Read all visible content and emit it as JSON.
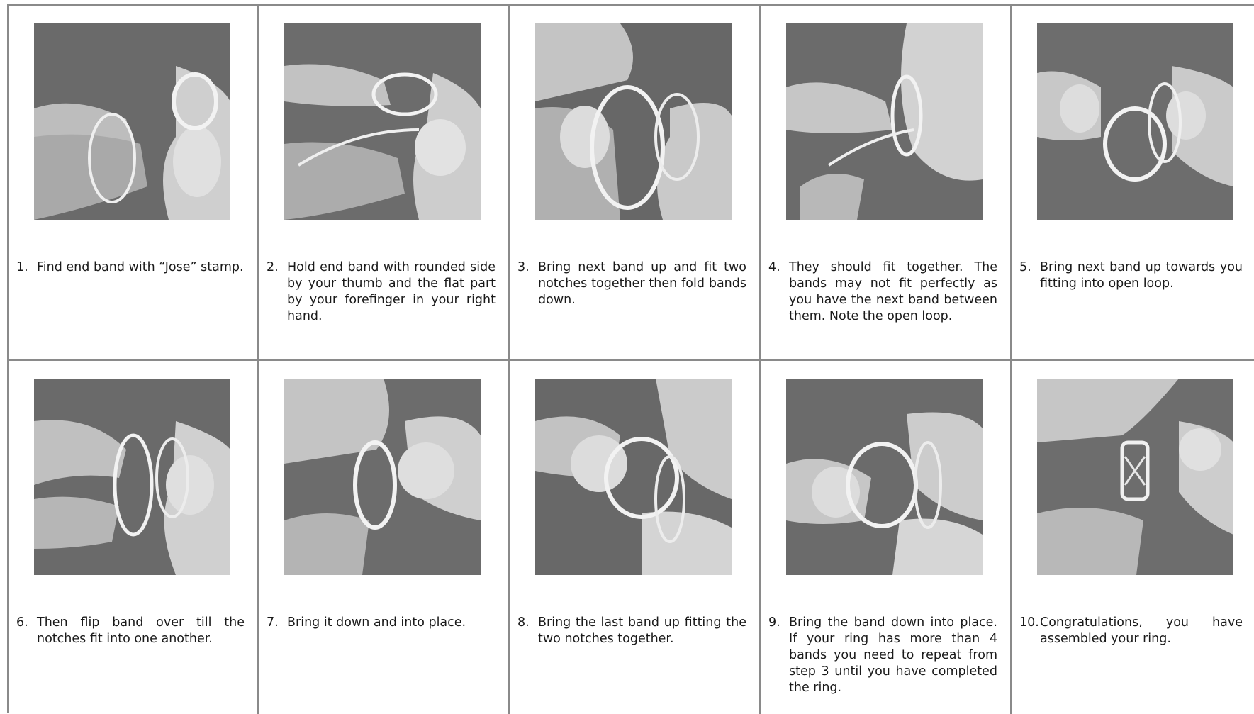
{
  "steps": [
    {
      "num": "1.",
      "text": "Find end band with “Jose” stamp.",
      "photo": "hands-holding-end-band-photo"
    },
    {
      "num": "2.",
      "text": "Hold end band with rounded side by your thumb and the flat part by your forefinger in your right hand.",
      "photo": "hands-holding-band-photo"
    },
    {
      "num": "3.",
      "text": "Bring next band up and fit two notches together then fold bands down.",
      "photo": "fitting-notches-photo"
    },
    {
      "num": "4.",
      "text": "They should fit together. The bands may not fit perfectly as you have the next band between them.  Note the open loop.",
      "photo": "bands-fit-together-photo"
    },
    {
      "num": "5.",
      "text": "Bring next band up towards you fitting into open loop.",
      "photo": "band-into-loop-photo"
    },
    {
      "num": "6.",
      "text": "Then flip band over till the notches fit into one another.",
      "photo": "flip-band-photo"
    },
    {
      "num": "7.",
      "text": "Bring it down and into place.",
      "photo": "band-into-place-photo"
    },
    {
      "num": "8.",
      "text": "Bring the last band up fitting the two notches together.",
      "photo": "last-band-photo"
    },
    {
      "num": "9.",
      "text": "Bring the band down into place. If your ring has more than 4 bands you need to repeat from step 3 until you have completed the ring.",
      "photo": "band-down-photo"
    },
    {
      "num": "10.",
      "text": "Congratulations,  you  have assembled your ring.",
      "photo": "assembled-ring-photo"
    }
  ],
  "colors": {
    "grid_lines": "#8a8a8a",
    "text": "#1a1a1a",
    "photo_background": "#6e6e6e",
    "skin": "#d9d9d9",
    "metal": "#f2f2f2"
  }
}
